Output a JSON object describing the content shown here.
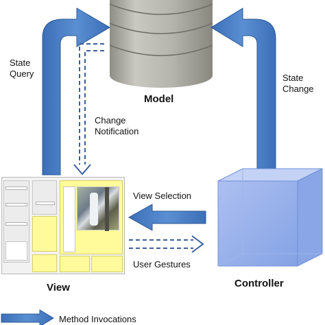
{
  "labels": {
    "model": "Model",
    "view": "View",
    "controller": "Controller",
    "state_query_1": "State",
    "state_query_2": "Query",
    "state_change_1": "State",
    "state_change_2": "Change",
    "change_notification_1": "Change",
    "change_notification_2": "Notification",
    "view_selection": "View Selection",
    "user_gestures": "User Gestures",
    "legend_method": "Method Invocations"
  },
  "colors": {
    "arrow_fill": "#4a7fc4",
    "arrow_stroke": "#2a5796",
    "dashed": "#3b5f9a",
    "model_gray": "#b2b2a8",
    "cube_face": "#8ea9e8",
    "view_yellow": "#fffb9a"
  }
}
